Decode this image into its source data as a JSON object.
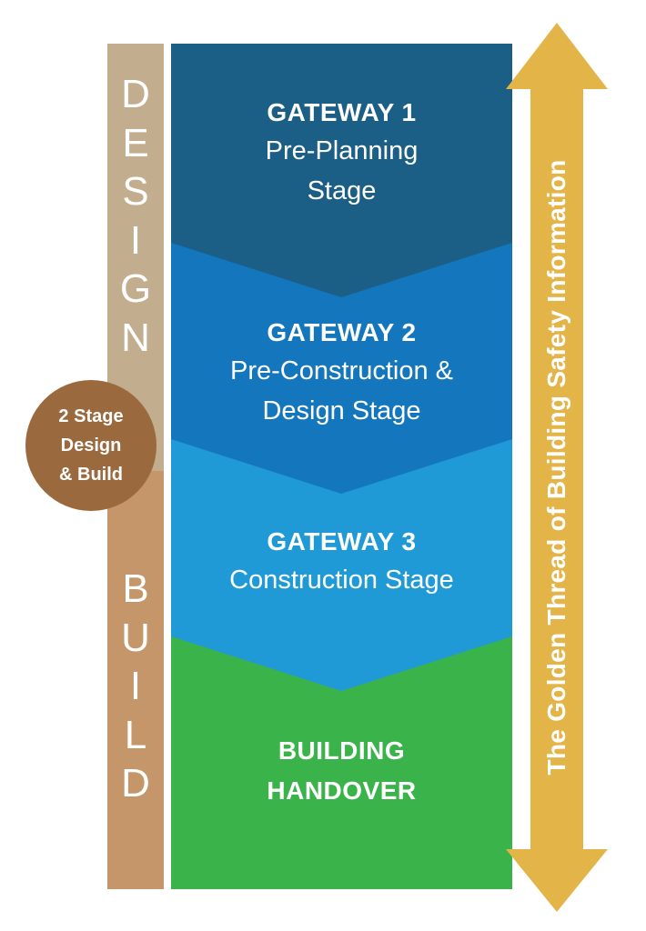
{
  "stages": [
    {
      "heading": "GATEWAY 1",
      "lines": [
        "Pre-Planning",
        "Stage"
      ],
      "color": "#1b5e86"
    },
    {
      "heading": "GATEWAY 2",
      "lines": [
        "Pre-Construction &",
        "Design Stage"
      ],
      "color": "#1477bd"
    },
    {
      "heading": "GATEWAY 3",
      "lines": [
        "Construction Stage"
      ],
      "color": "#1f9ad6"
    },
    {
      "heading": "",
      "lines": [
        "BUILDING",
        "HANDOVER"
      ],
      "color": "#3ab44a"
    }
  ],
  "side_bar": {
    "design_letters": [
      "D",
      "E",
      "S",
      "I",
      "G",
      "N"
    ],
    "build_letters": [
      "B",
      "U",
      "I",
      "L",
      "D"
    ],
    "design_color": "#c2ad8f",
    "build_color": "#c4966a"
  },
  "badge": {
    "lines": [
      "2 Stage",
      "Design",
      "& Build"
    ],
    "color": "#9a6a3e"
  },
  "thread": {
    "label": "The Golden Thread of Building Safety Information",
    "color": "#e3b549"
  }
}
